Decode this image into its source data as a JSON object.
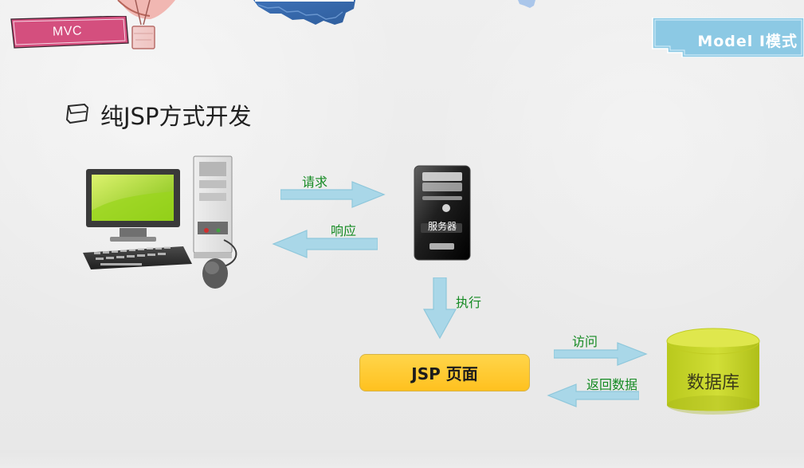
{
  "header": {
    "left_badge": "MVC",
    "right_badge": "Model I模式"
  },
  "slide": {
    "title": "纯JSP方式开发"
  },
  "diagram": {
    "server_label": "服务器",
    "request_label": "请求",
    "response_label": "响应",
    "execute_label": "执行",
    "jsp_label": "JSP 页面",
    "access_label": "访问",
    "return_label": "返回数据",
    "database_label": "数据库"
  },
  "colors": {
    "mvc_badge": "#d44f7e",
    "model_badge": "#8cc9e4",
    "arrow_fill": "#a9d7e8",
    "arrow_stroke": "#8ec7db",
    "label_green": "#148a22",
    "jsp_fill": "#ffc61f",
    "db_fill": "#c9d72d"
  },
  "icons": {
    "title_icon": "document-icon",
    "computer_icon": "desktop-computer-icon",
    "server_icon": "server-icon",
    "database_icon": "database-icon"
  }
}
